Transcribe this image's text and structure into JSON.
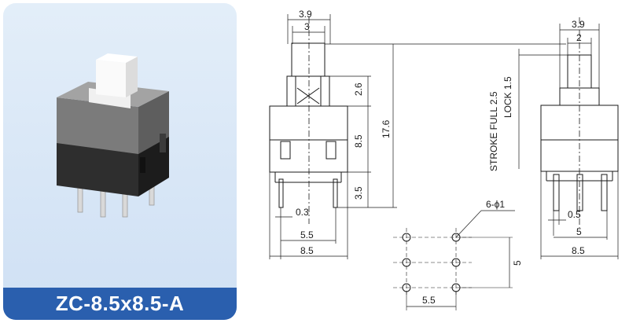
{
  "product": {
    "model": "ZC-8.5x8.5-A"
  },
  "front_view": {
    "dims": {
      "cap_outer_width": "3.9",
      "cap_inner_width": "3",
      "cap_height": "2.6",
      "body_height": "8.5",
      "pin_height": "3.5",
      "total_height": "17.6",
      "pin_thickness": "0.3",
      "pin_spacing": "5.5",
      "body_width": "8.5"
    }
  },
  "side_view": {
    "dims": {
      "cap_outer_width": "3.9",
      "cap_inner_width": "2",
      "pin_thickness": "0.5",
      "pin_spacing": "5",
      "body_width": "8.5"
    },
    "stroke_full": "STROKE FULL 2.5",
    "stroke_lock": "LOCK 1.5"
  },
  "footprint": {
    "hole_label": "6-ϕ1",
    "row_pitch": "5",
    "col_pitch": "5.5"
  }
}
